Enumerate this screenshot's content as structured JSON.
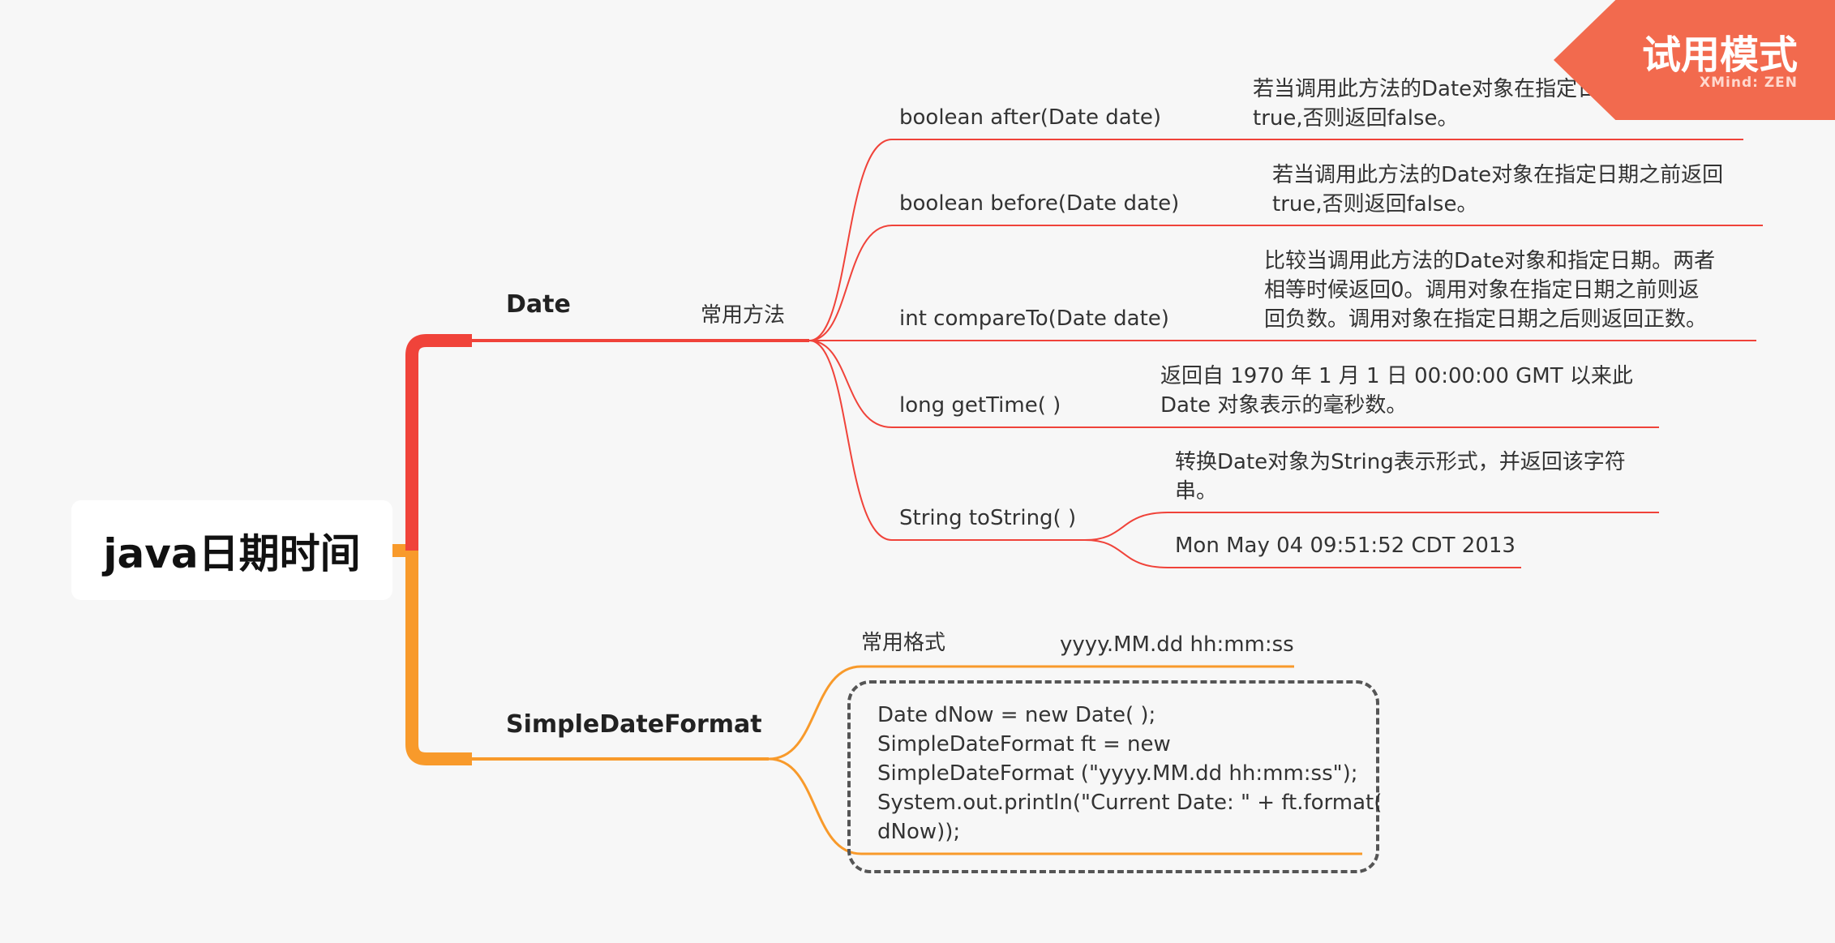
{
  "root": {
    "label": "java日期时间"
  },
  "date_branch": {
    "label": "Date",
    "group_label": "常用方法",
    "methods": [
      {
        "signature": "boolean after(Date date)",
        "description": "若当调用此方法的Date对象在指定日期之后返回\ntrue,否则返回false。"
      },
      {
        "signature": "boolean before(Date date)",
        "description": "若当调用此方法的Date对象在指定日期之前返回\ntrue,否则返回false。"
      },
      {
        "signature": "int compareTo(Date date)",
        "description": "比较当调用此方法的Date对象和指定日期。两者\n相等时候返回0。调用对象在指定日期之前则返\n回负数。调用对象在指定日期之后则返回正数。"
      },
      {
        "signature": "long getTime( )",
        "description": "返回自 1970 年 1 月 1 日 00:00:00 GMT 以来此\nDate 对象表示的毫秒数。"
      },
      {
        "signature": "String toString( )",
        "description": "转换Date对象为String表示形式，并返回该字符\n串。",
        "example": "Mon May 04 09:51:52 CDT 2013"
      }
    ]
  },
  "sdf_branch": {
    "label": "SimpleDateFormat",
    "format_label": "常用格式",
    "format_value": "yyyy.MM.dd hh:mm:ss",
    "code": "Date dNow = new Date( );\nSimpleDateFormat ft = new\nSimpleDateFormat (\"yyyy.MM.dd hh:mm:ss\");\nSystem.out.println(\"Current Date: \" + ft.format(\ndNow));"
  },
  "watermark": {
    "text": "试用模式",
    "brand": "XMind: ZEN"
  },
  "colors": {
    "date_branch": "#f0433a",
    "sdf_branch": "#f89a2b",
    "badge": "#f26a4e"
  }
}
